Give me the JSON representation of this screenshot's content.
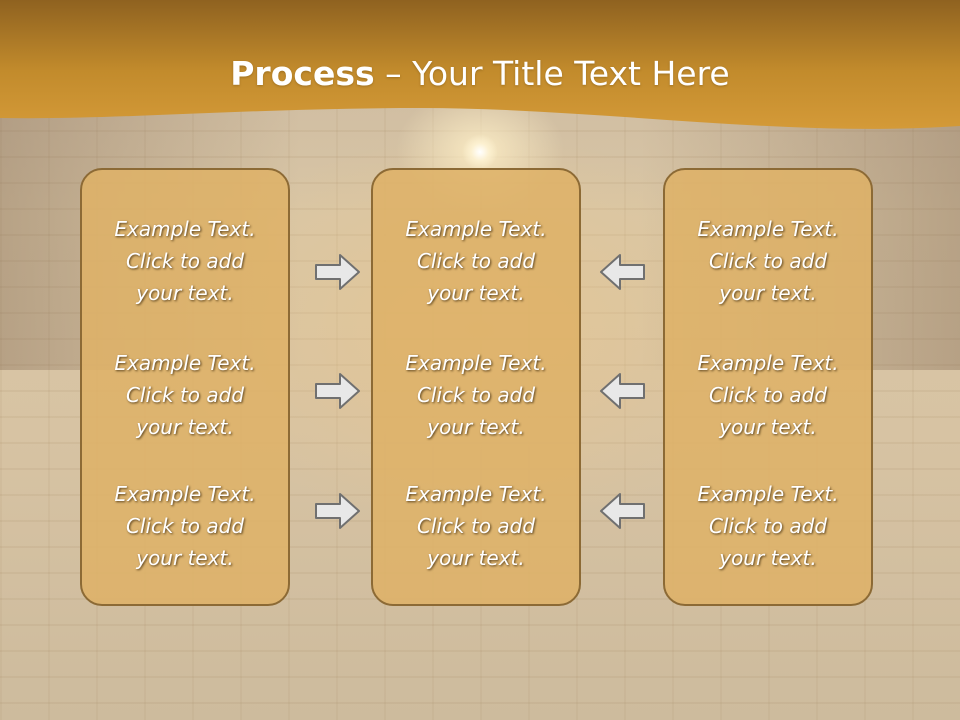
{
  "slide": {
    "title_bold": "Process",
    "title_rest": " – Your Title Text Here",
    "colors": {
      "header": "#c28b2c",
      "panel_fill": "#deb268",
      "panel_border": "#8c6a35",
      "arrow_fill": "#e8e8e8",
      "arrow_stroke": "#707070"
    }
  },
  "columns": [
    {
      "boxes": [
        {
          "line1": "Example Text.",
          "line2": "Click  to add",
          "line3": "your text."
        },
        {
          "line1": "Example Text.",
          "line2": "Click  to add",
          "line3": "your text."
        },
        {
          "line1": "Example Text.",
          "line2": "Click  to add",
          "line3": "your text."
        }
      ]
    },
    {
      "boxes": [
        {
          "line1": "Example Text.",
          "line2": "Click  to add",
          "line3": "your text."
        },
        {
          "line1": "Example Text.",
          "line2": "Click  to add",
          "line3": "your text."
        },
        {
          "line1": "Example Text.",
          "line2": "Click  to add",
          "line3": "your text."
        }
      ]
    },
    {
      "boxes": [
        {
          "line1": "Example Text.",
          "line2": "Click  to add",
          "line3": "your text."
        },
        {
          "line1": "Example Text.",
          "line2": "Click  to add",
          "line3": "your text."
        },
        {
          "line1": "Example Text.",
          "line2": "Click  to add",
          "line3": "your text."
        }
      ]
    }
  ],
  "arrows": {
    "left_group": [
      "right-arrow",
      "right-arrow",
      "right-arrow"
    ],
    "right_group": [
      "left-arrow",
      "left-arrow",
      "left-arrow"
    ]
  }
}
